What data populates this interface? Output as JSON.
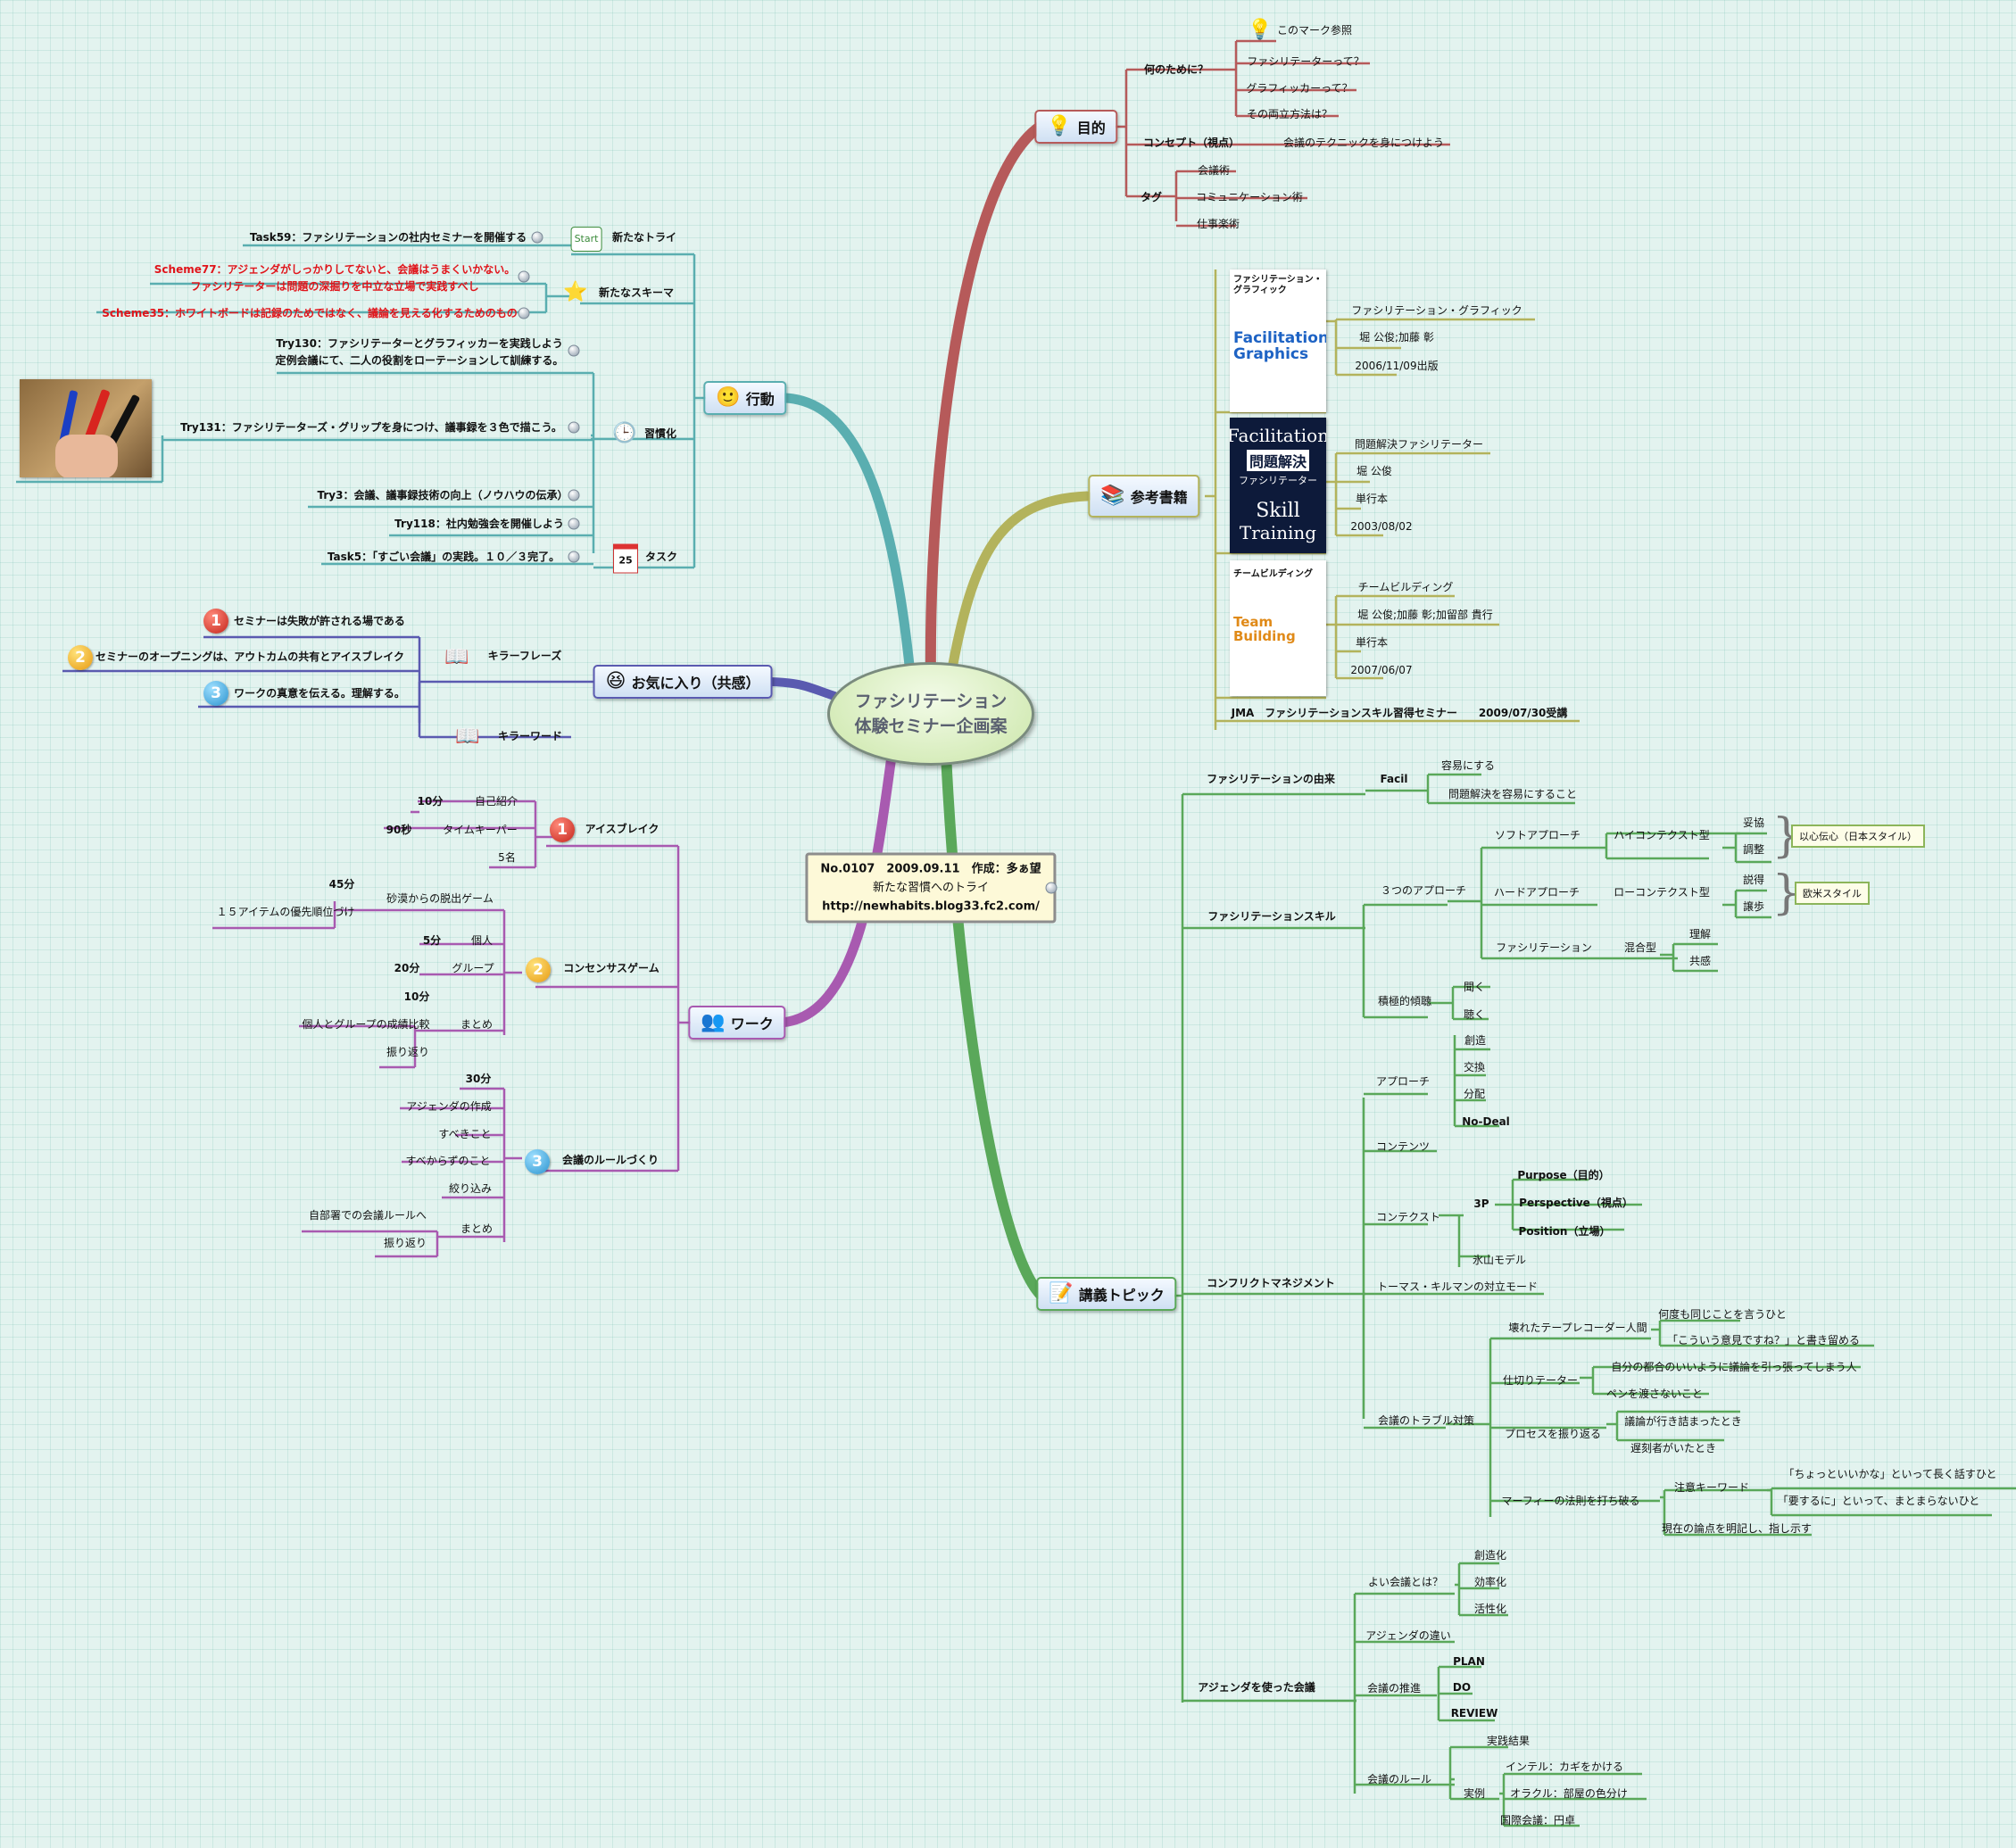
{
  "central": {
    "line1": "ファシリテーション",
    "line2": "体験セミナー企画案"
  },
  "note": {
    "line1": "No.0107　2009.09.11　作成：多ぁ望",
    "line2": "新たな習慣へのトライ",
    "line3": "http://newhabits.blog33.fc2.com/"
  },
  "colors": {
    "purpose": "#b65a5a",
    "books": "#b3b35c",
    "lecture": "#5aa85a",
    "action": "#5aaeb0",
    "favorite": "#5a5ab0",
    "work": "#a85ab0"
  },
  "topics": {
    "purpose": "目的",
    "books": "参考書籍",
    "lecture": "講義トピック",
    "action": "行動",
    "favorite": "お気に入り（共感）",
    "work": "ワーク"
  },
  "purpose": {
    "why": "何のために？",
    "mark": "このマーク参照",
    "q1": "ファシリテーターって？",
    "q2": "グラフィッカーって？",
    "q3": "その両立方法は？",
    "concept": "コンセプト（視点）",
    "concept_v": "会議のテクニックを身につけよう",
    "tag": "タグ",
    "t1": "会議術",
    "t2": "コミュニケーション術",
    "t3": "仕事楽術"
  },
  "books": {
    "b1": [
      "ファシリテーション・グラフィック",
      "堀 公俊;加藤 彰",
      "2006/11/09出版"
    ],
    "b2": [
      "問題解決ファシリテーター",
      "堀 公俊",
      "単行本",
      "2003/08/02"
    ],
    "b3": [
      "チームビルディング",
      "堀 公俊;加藤 彰;加留部 貴行",
      "単行本",
      "2007/06/07"
    ],
    "jma": "JMA　ファシリテーションスキル習得セミナー　　2009/07/30受講",
    "cover1_title": "ファシリテーション・グラフィック",
    "cover1_brand": "Facilitation Graphics",
    "cover2_a": "Facilitation",
    "cover2_b": "問題解決",
    "cover2_c": "ファシリテーター",
    "cover2_d": "Skill",
    "cover2_e": "Training",
    "cover3_title": "チームビルディング",
    "cover3_brand": "Team Building"
  },
  "lecture": {
    "origin": "ファシリテーションの由来",
    "facil": "Facil",
    "easy": "容易にする",
    "easy2": "問題解決を容易にすること",
    "skill": "ファシリテーションスキル",
    "three": "３つのアプローチ",
    "soft": "ソフトアプローチ",
    "high": "ハイコンテクスト型",
    "s1": "妥協",
    "s2": "調整",
    "jp": "以心伝心（日本スタイル）",
    "hard": "ハードアプローチ",
    "low": "ローコンテクスト型",
    "h1": "説得",
    "h2": "譲歩",
    "west": "欧米スタイル",
    "facilitation": "ファシリテーション",
    "mix": "混合型",
    "m1": "理解",
    "m2": "共感",
    "listen": "積極的傾聴",
    "l1": "聞く",
    "l2": "聴く",
    "conflict": "コンフリクトマネジメント",
    "approach": "アプローチ",
    "a1": "創造",
    "a2": "交換",
    "a3": "分配",
    "a4": "No-Deal",
    "contents": "コンテンツ",
    "context": "コンテクスト",
    "p3": "3P",
    "p_purpose": "Purpose（目的）",
    "p_persp": "Perspective（視点）",
    "p_pos": "Position（立場）",
    "iceberg": "氷山モデル",
    "tk": "トーマス・キルマンの対立モード",
    "trouble": "会議のトラブル対策",
    "broken": "壊れたテープレコーダー人間",
    "br1": "何度も同じことを言うひと",
    "br2": "「こういう意見ですね？」と書き留める",
    "boss": "仕切りテーター",
    "bo1": "自分の都合のいいように議論を引っ張ってしまう人",
    "bo2": "ペンを渡さないこと",
    "process": "プロセスを振り返る",
    "pr1": "議論が行き詰まったとき",
    "pr2": "遅刻者がいたとき",
    "murphy": "マーフィーの法則を打ち破る",
    "warn": "注意キーワード",
    "w1": "「ちょっといいかな」といって長く話すひと",
    "w2": "「要するに」といって、まとまらないひと",
    "w3": "現在の論点を明記し、指し示す",
    "agenda": "アジェンダを使った会議",
    "good": "よい会議とは？",
    "g1": "創造化",
    "g2": "効率化",
    "g3": "活性化",
    "diff": "アジェンダの違い",
    "prog": "会議の推進",
    "pg1": "PLAN",
    "pg2": "DO",
    "pg3": "REVIEW",
    "rule": "会議のルール",
    "r1": "実践結果",
    "ex": "実例",
    "e1": "インテル：カギをかける",
    "e2": "オラクル：部屋の色分け",
    "e3": "国際会議：円卓"
  },
  "action": {
    "newtry": "新たなトライ",
    "start": "Start",
    "task59": "Task59：ファシリテーションの社内セミナーを開催する",
    "schema": "新たなスキーマ",
    "sc77a": "Scheme77：アジェンダがしっかりしてないと、会議はうまくいかない。",
    "sc77b": "ファシリテーターは問題の深掘りを中立な立場で実践すべし",
    "sc35": "Scheme35：ホワイトボードは記録のためではなく、議論を見える化するためのもの",
    "habit": "習慣化",
    "try130a": "Try130：ファシリテーターとグラフィッカーを実践しよう",
    "try130b": "定例会議にて、二人の役割をローテーションして訓練する。",
    "try131": "Try131：ファシリテーターズ・グリップを身につけ、議事録を３色で描こう。",
    "try3": "Try3：会議、議事録技術の向上（ノウハウの伝承）",
    "try118": "Try118：社内勉強会を開催しよう",
    "task": "タスク",
    "task5": "Task5：「すごい会議」の実践。１０／３完了。",
    "cal": "25"
  },
  "favorite": {
    "phrase": "キラーフレーズ",
    "word": "キラーワード",
    "p1": "セミナーは失敗が許される場である",
    "p2": "セミナーのオープニングは、アウトカムの共有とアイスブレイク",
    "p3": "ワークの真意を伝える。理解する。"
  },
  "work": {
    "ice": "アイスブレイク",
    "i_intro": "自己紹介",
    "i_t1": "10分",
    "i_keeper": "タイムキーパー",
    "i_t2": "90秒",
    "i_five": "5名",
    "cons": "コンセンサスゲーム",
    "c_game": "砂漠からの脱出ゲーム",
    "c_t": "45分",
    "c_rank": "１５アイテムの優先順位づけ",
    "c_ind": "個人",
    "c_ind_t": "5分",
    "c_grp": "グループ",
    "c_grp_t": "20分",
    "c_sum": "まとめ",
    "c_sum_t": "10分",
    "c_cmp": "個人とグループの成績比較",
    "c_rev": "振り返り",
    "rule": "会議のルールづくり",
    "r_t": "30分",
    "r_agenda": "アジェンダの作成",
    "r_do": "すべきこと",
    "r_dont": "すべからずのこと",
    "r_narrow": "絞り込み",
    "r_sum": "まとめ",
    "r_own": "自部署での会議ルールへ",
    "r_rev": "振り返り"
  },
  "nums": {
    "one": "1",
    "two": "2",
    "three": "3"
  }
}
